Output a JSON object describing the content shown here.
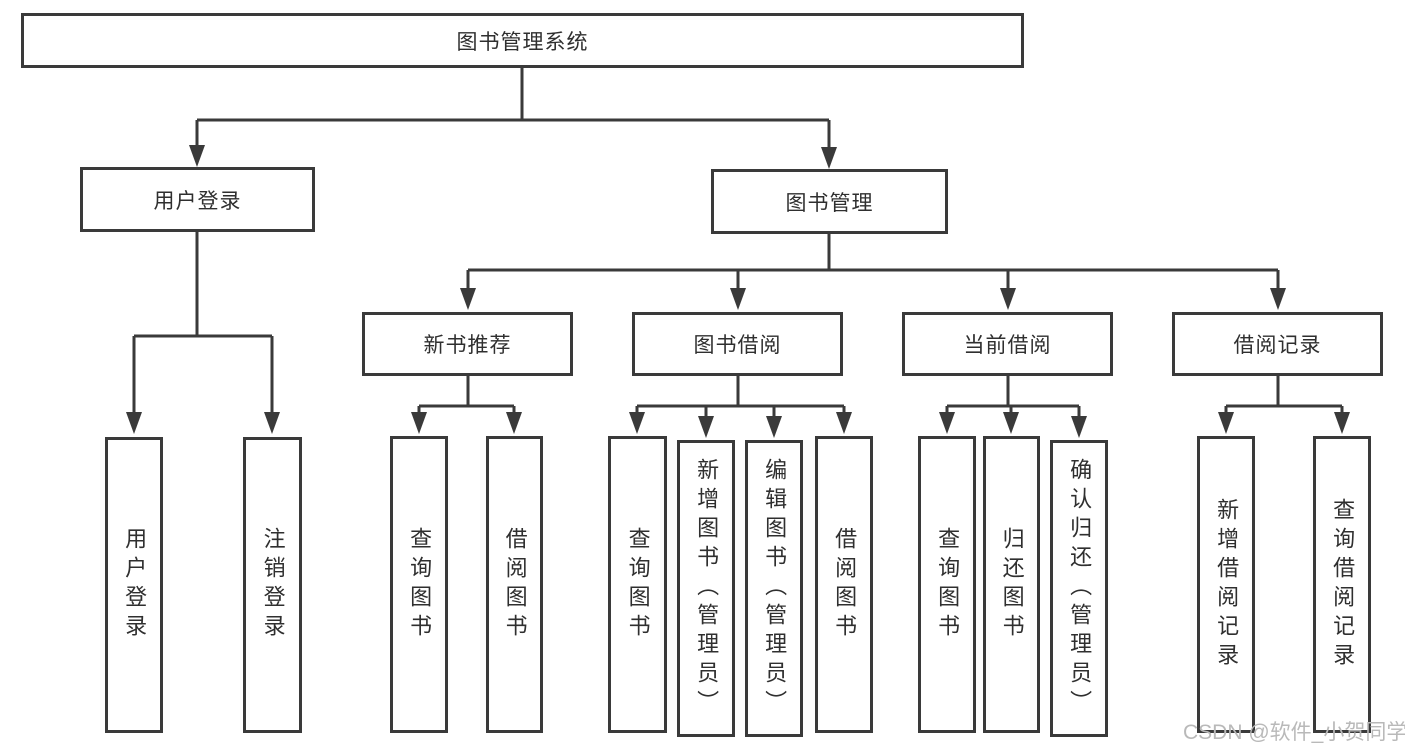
{
  "diagram_title": "图书管理系统",
  "tree": {
    "root": {
      "label": "图书管理系统"
    },
    "branches": [
      {
        "label": "用户登录",
        "children": [
          {
            "label": "用户登录"
          },
          {
            "label": "注销登录"
          }
        ]
      },
      {
        "label": "图书管理",
        "children": [
          {
            "label": "新书推荐",
            "children": [
              {
                "label": "查询图书"
              },
              {
                "label": "借阅图书"
              }
            ]
          },
          {
            "label": "图书借阅",
            "children": [
              {
                "label": "查询图书"
              },
              {
                "label": "新增图书（管理员）"
              },
              {
                "label": "编辑图书（管理员）"
              },
              {
                "label": "借阅图书"
              }
            ]
          },
          {
            "label": "当前借阅",
            "children": [
              {
                "label": "查询图书"
              },
              {
                "label": "归还图书"
              },
              {
                "label": "确认归还（管理员）"
              }
            ]
          },
          {
            "label": "借阅记录",
            "children": [
              {
                "label": "新增借阅记录"
              },
              {
                "label": "查询借阅记录"
              }
            ]
          }
        ]
      }
    ]
  },
  "watermark": {
    "text": "CSDN @软件_小贺同学"
  },
  "colors": {
    "line": "#3a3a3a",
    "text": "#2f2f2f",
    "background": "#ffffff",
    "watermark": "#b9b9b9"
  }
}
